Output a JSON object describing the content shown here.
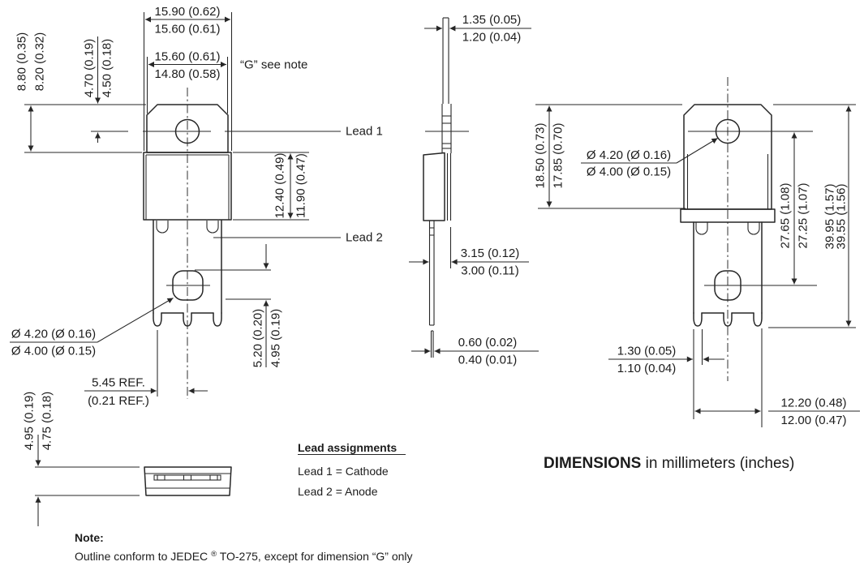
{
  "front": {
    "dim_overall_width": {
      "max": "15.90 (0.62)",
      "min": "15.60 (0.61)"
    },
    "dim_tab_width": {
      "max": "15.60 (0.61)",
      "min": "14.80 (0.58)"
    },
    "g_note": "“G” see note",
    "dim_tab_height": {
      "max": "8.80 (0.35)",
      "min": "8.20 (0.32)"
    },
    "dim_hole_offset": {
      "max": "4.70 (0.19)",
      "min": "4.50 (0.18)"
    },
    "dim_body_height": {
      "max": "12.40 (0.49)",
      "min": "11.90 (0.47)"
    },
    "lead1_label": "Lead 1",
    "lead2_label": "Lead 2",
    "dim_hole_dia": {
      "max": "Ø 4.20 (Ø 0.16)",
      "min": "Ø 4.00 (Ø 0.15)"
    },
    "dim_lead_pitch": {
      "max": "5.45 REF.",
      "min": "(0.21 REF.)"
    },
    "dim_hole_edge": {
      "max": "5.20 (0.20)",
      "min": "4.95 (0.19)"
    }
  },
  "bottom_view": {
    "dim_height": {
      "max": "4.95 (0.19)",
      "min": "4.75 (0.18)"
    }
  },
  "side": {
    "dim_tab_thickness": {
      "max": "1.35 (0.05)",
      "min": "1.20 (0.04)"
    },
    "dim_body_thickness": {
      "max": "3.15 (0.12)",
      "min": "3.00 (0.11)"
    },
    "dim_lead_thickness": {
      "max": "0.60 (0.02)",
      "min": "0.40 (0.01)"
    }
  },
  "rear": {
    "dim_tab_height": {
      "max": "18.50 (0.73)",
      "min": "17.85 (0.70)"
    },
    "dim_hole_dia": {
      "max": "Ø 4.20 (Ø 0.16)",
      "min": "Ø 4.00 (Ø 0.15)"
    },
    "dim_hole_pitch": {
      "max": "27.65 (1.08)",
      "min": "27.25 (1.07)"
    },
    "dim_overall_height": {
      "max": "39.95 (1.57)",
      "min": "39.55 (1.56)"
    },
    "dim_lead_width": {
      "max": "1.30 (0.05)",
      "min": "1.10 (0.04)"
    },
    "dim_lead_span": {
      "max": "12.20 (0.48)",
      "min": "12.00 (0.47)"
    }
  },
  "legend": {
    "title": "Lead assignments",
    "lead1": "Lead 1 = Cathode",
    "lead2": "Lead 2 = Anode"
  },
  "caption": {
    "bold": "DIMENSIONS",
    "text": " in millimeters (inches)"
  },
  "note": {
    "title": "Note:",
    "pre": "Outline conform to JEDEC",
    "sup": "®",
    "post": " TO-275, except for dimension “G” only"
  }
}
